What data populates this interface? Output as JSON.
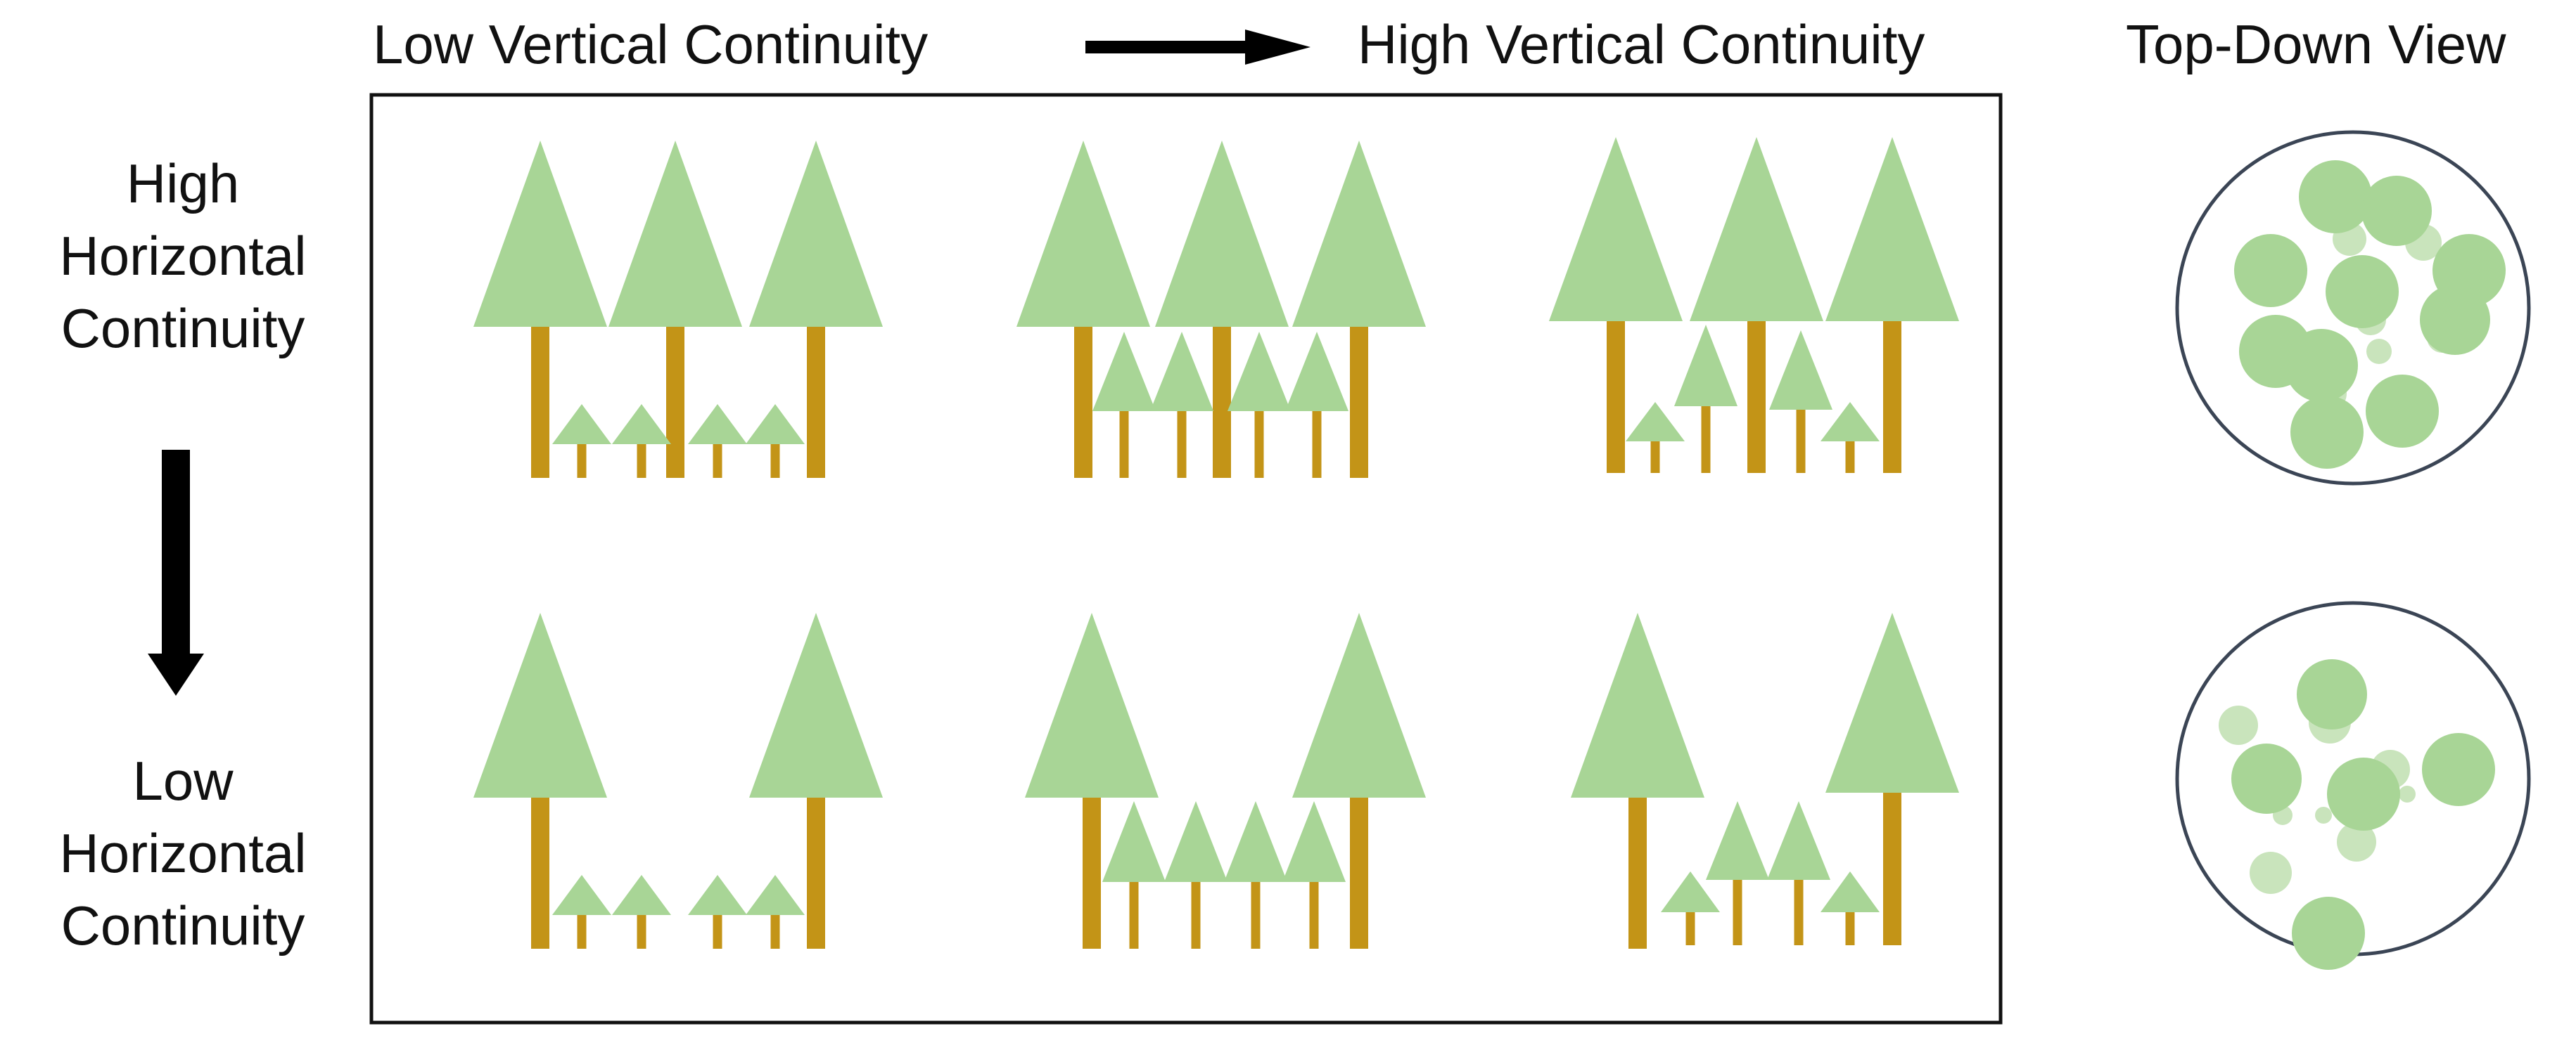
{
  "labels": {
    "low_vertical": "Low Vertical Continuity",
    "high_vertical": "High Vertical Continuity",
    "top_down": "Top-Down View",
    "high_horizontal": [
      "High",
      "Horizontal",
      "Continuity"
    ],
    "low_horizontal": [
      "Low",
      "Horizontal",
      "Continuity"
    ]
  },
  "colors": {
    "foliage": "#a8d596",
    "foliage_light": "#c9e4bc",
    "trunk": "#c39417",
    "outline": "#111111",
    "arrow": "#000000",
    "circle_stroke": "#3b4555"
  },
  "icons": {
    "horizontal_arrow": "arrow-right-icon",
    "vertical_arrow": "arrow-down-icon",
    "tree": "conifer-tree-icon",
    "canopy": "canopy-circle-icon"
  }
}
